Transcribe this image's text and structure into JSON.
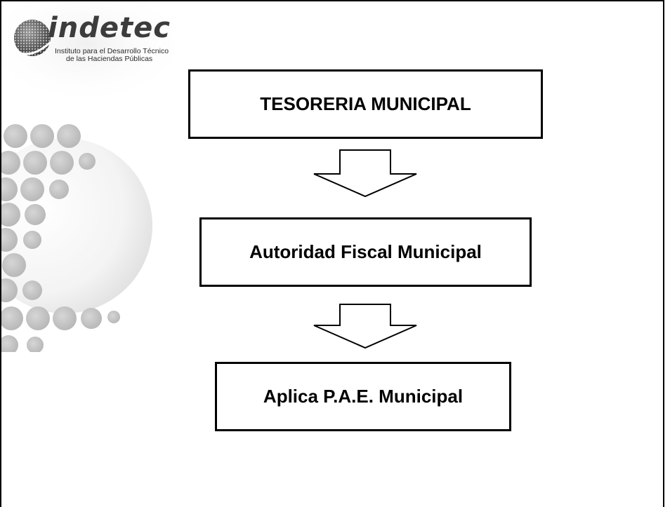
{
  "logo": {
    "wordmark": "indetec",
    "line1": "Instituto para el Desarrollo Técnico",
    "line2": "de las Haciendas Públicas"
  },
  "flow": {
    "steps": [
      {
        "label": "TESORERIA MUNICIPAL"
      },
      {
        "label": "Autoridad Fiscal Municipal"
      },
      {
        "label": "Aplica P.A.E. Municipal"
      }
    ]
  },
  "colors": {
    "border": "#000000",
    "background": "#ffffff",
    "logo_gray": "#3c3c3c",
    "decor_dots": "#c8c8c8"
  }
}
